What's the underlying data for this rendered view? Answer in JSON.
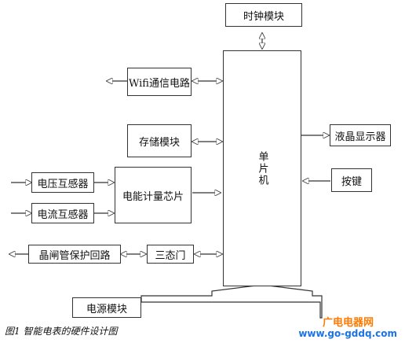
{
  "blocks": {
    "clock": "时钟模块",
    "wifi": "Wifi通信电路",
    "storage": "存储模块",
    "mcu": "单片机",
    "lcd": "液晶显示器",
    "keys": "按键",
    "voltage": "电压互感器",
    "current": "电流互感器",
    "metering": "电能计量芯片",
    "thyristor": "晶闸管保护回路",
    "tristate": "三态门",
    "power": "电源模块"
  },
  "caption": "图1 智能电表的硬件设计图",
  "watermark": {
    "site": "广电电器网",
    "url": "www.go-gddq.com",
    "colors": {
      "site": "#ff7a00",
      "url": "#1a73e8"
    }
  }
}
